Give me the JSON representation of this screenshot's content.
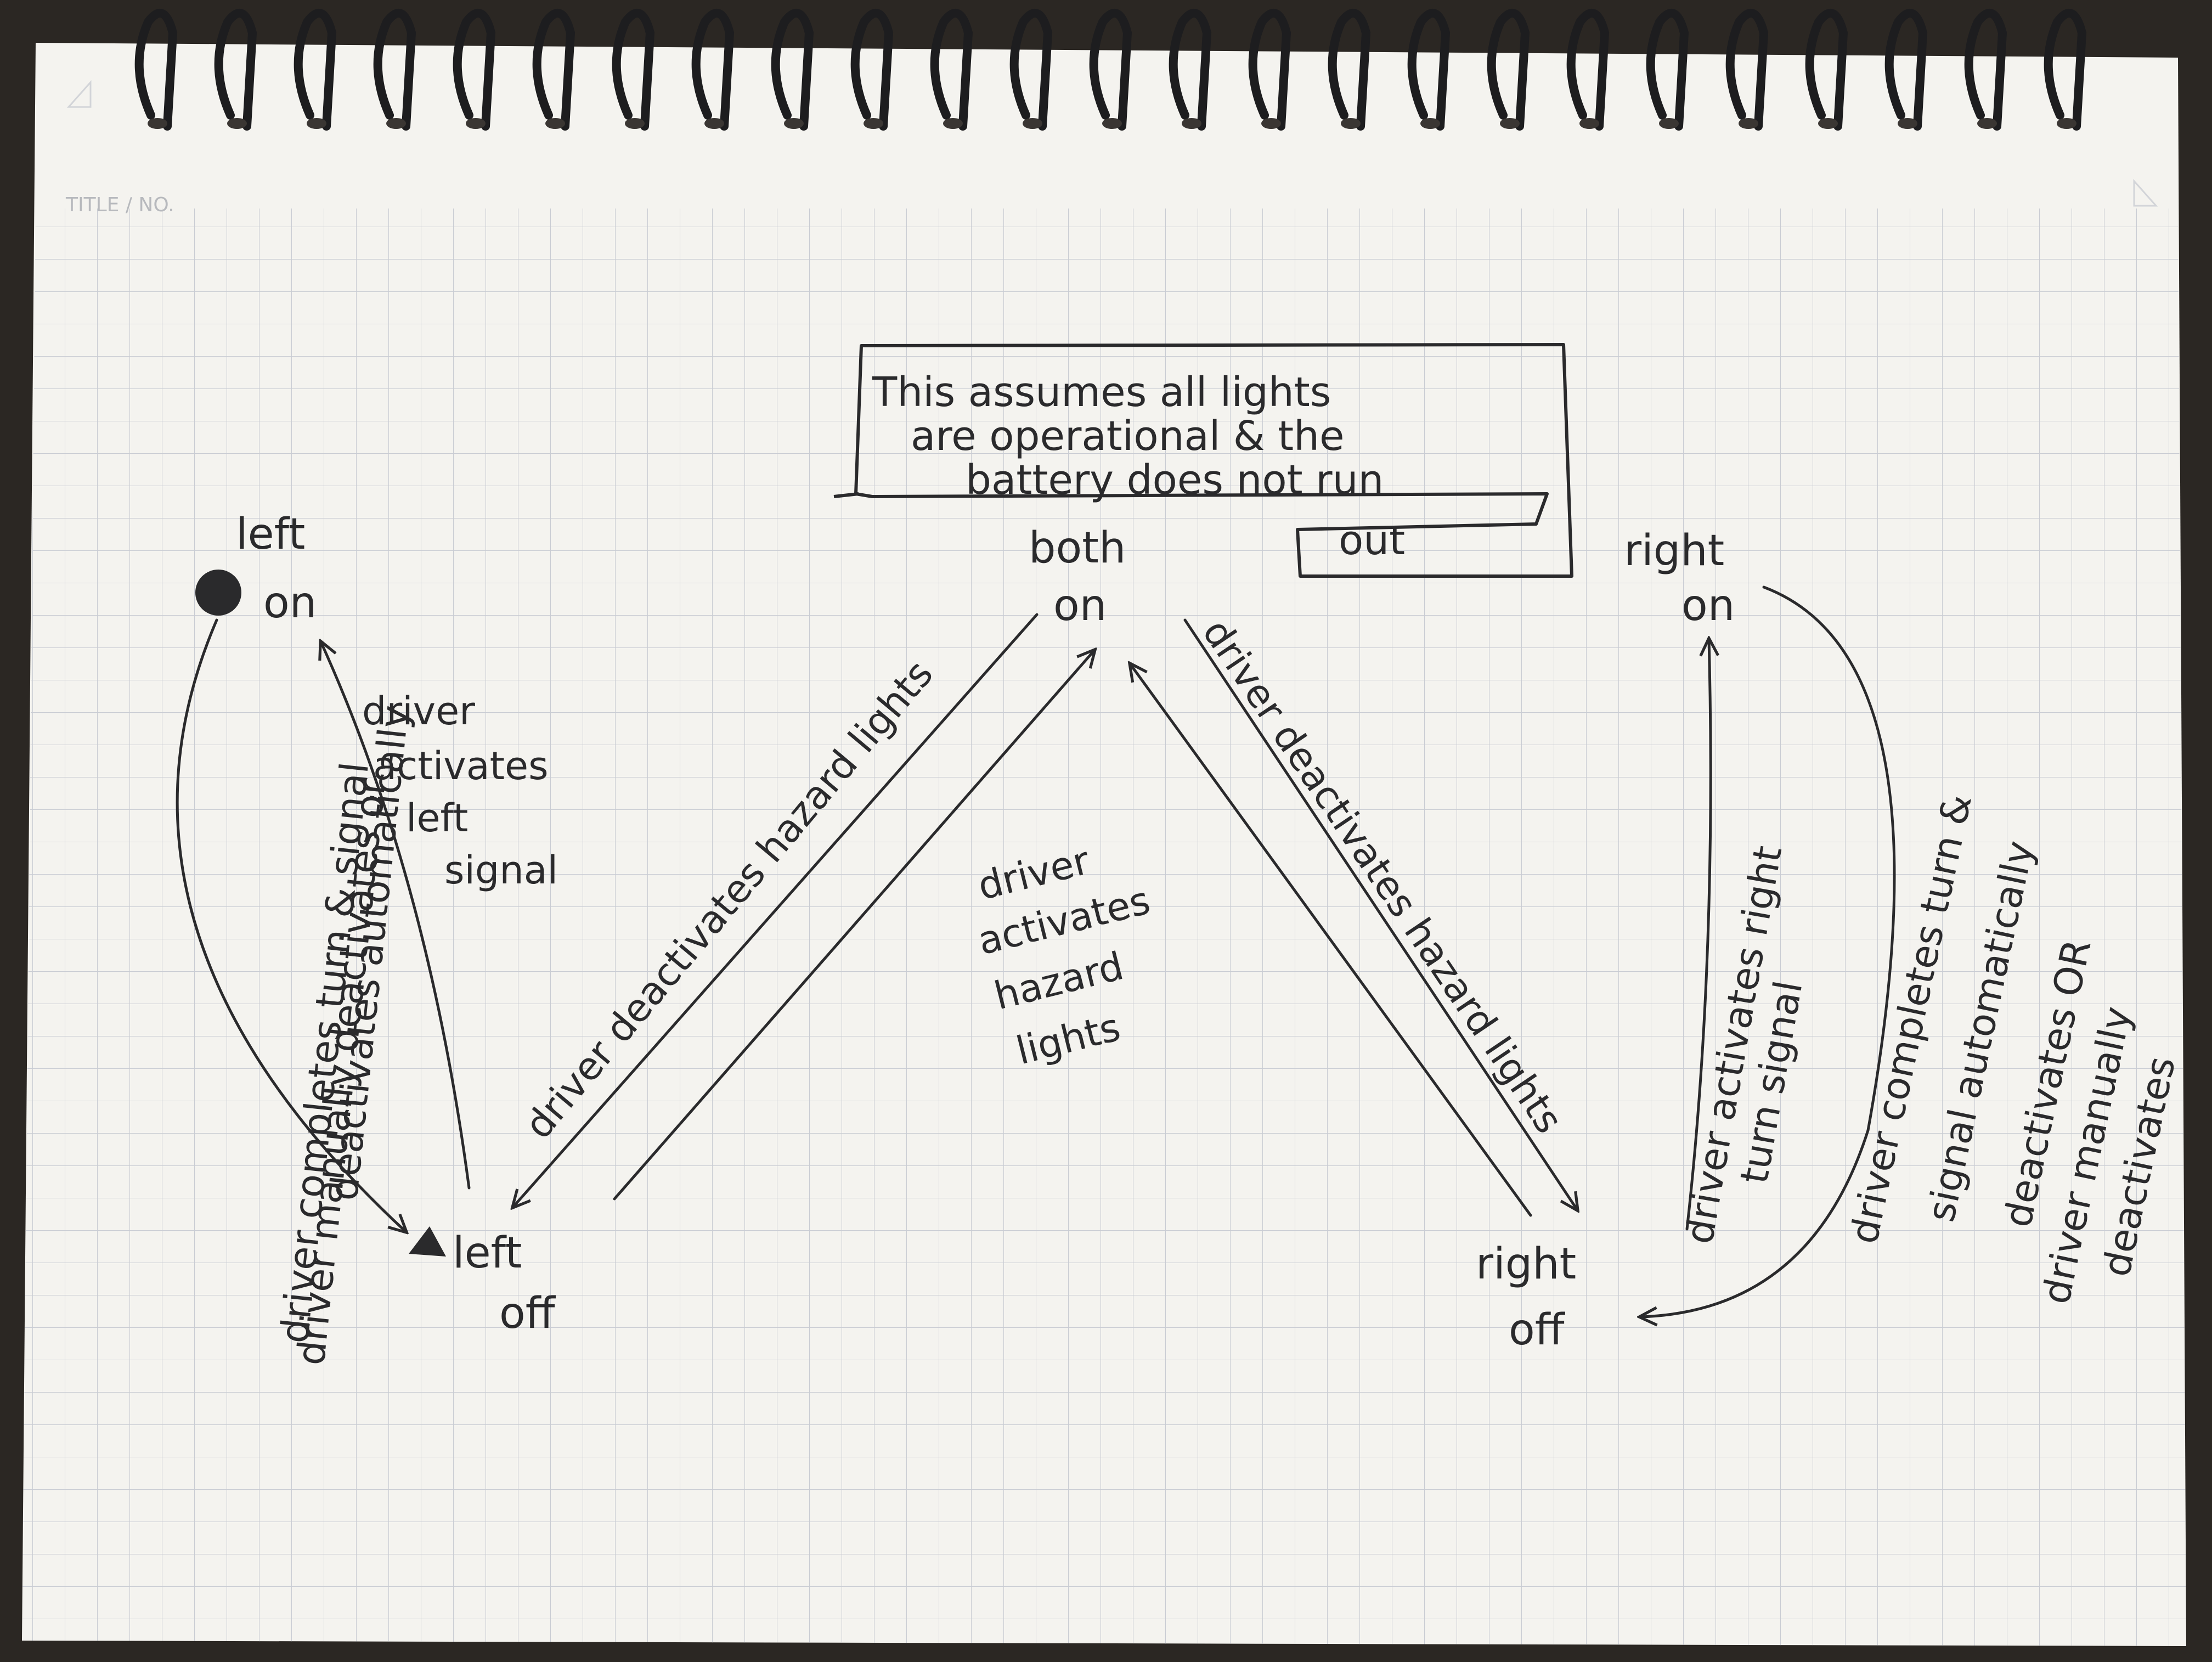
{
  "page": {
    "header_label": "TITLE / NO.",
    "ink_color": "#2a2a2c",
    "paper_color": "#f4f3ef",
    "grid_color": "#c9ccd3"
  },
  "note": {
    "lines": [
      "This assumes all lights",
      "are operational & the",
      "battery does not run",
      "out"
    ]
  },
  "states": {
    "left_on": {
      "line1": "left",
      "line2": "on"
    },
    "both_on": {
      "line1": "both",
      "line2": "on"
    },
    "right_on": {
      "line1": "right",
      "line2": "on"
    },
    "left_off": {
      "line1": "left",
      "line2": "off"
    },
    "right_off": {
      "line1": "right",
      "line2": "off"
    }
  },
  "transitions": {
    "left_activate": {
      "lines": [
        "driver",
        "activates",
        "left",
        "signal"
      ]
    },
    "left_deactivate": {
      "lines": [
        "driver manually deactivates or",
        "driver completes turn & signal",
        "deactivates automatically"
      ]
    },
    "hazard_deactivate_left": {
      "text": "driver deactivates hazard lights"
    },
    "hazard_activate": {
      "lines": [
        "driver",
        "activates",
        "hazard",
        "lights"
      ]
    },
    "hazard_deactivate_right": {
      "text": "driver deactivates hazard lights"
    },
    "right_activate": {
      "lines": [
        "driver activates right",
        "turn signal"
      ]
    },
    "right_deactivate": {
      "lines": [
        "driver completes turn &",
        "signal automatically",
        "deactivates OR",
        "driver manually",
        "deactivates"
      ]
    }
  }
}
